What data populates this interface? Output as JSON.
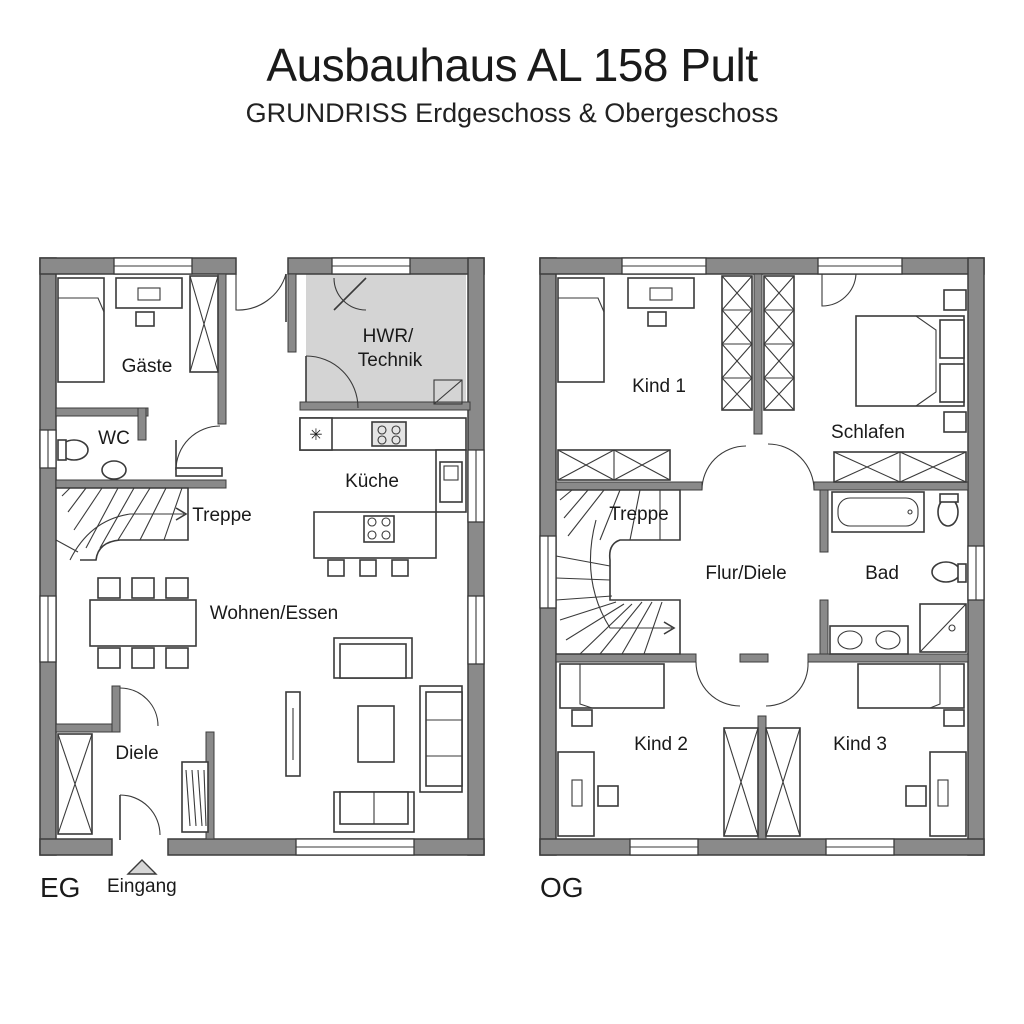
{
  "title": "Ausbauhaus AL 158 Pult",
  "subtitle": "GRUNDRISS Erdgeschoss & Obergeschoss",
  "floors": {
    "eg": {
      "label": "EG",
      "entrance_label": "Eingang",
      "rooms": {
        "gaeste": "Gäste",
        "wc": "WC",
        "hwr": "HWR/",
        "technik": "Technik",
        "kueche": "Küche",
        "treppe": "Treppe",
        "wohnen": "Wohnen/Essen",
        "diele": "Diele"
      }
    },
    "og": {
      "label": "OG",
      "rooms": {
        "kind1": "Kind 1",
        "schlafen": "Schlafen",
        "treppe": "Treppe",
        "flur": "Flur/Diele",
        "bad": "Bad",
        "kind2": "Kind 2",
        "kind3": "Kind 3"
      }
    }
  },
  "colors": {
    "wall": "#8a8a8a",
    "wall_stroke": "#3c3c3c",
    "room_shade": "#d4d4d4",
    "line": "#3a3a3a",
    "background": "#ffffff"
  }
}
